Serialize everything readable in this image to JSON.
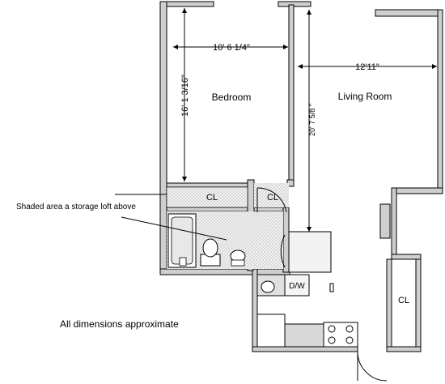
{
  "rooms": {
    "bedroom": "Bedroom",
    "living_room": "Living Room",
    "closet_1": "CL",
    "closet_2": "CL",
    "closet_3": "CL",
    "dishwasher": "D/W"
  },
  "dimensions": {
    "bedroom_width": "10' 6 1/4\"",
    "bedroom_length": "16' 1 3/16\"",
    "living_width": "12'11\"",
    "living_length": "20' 7 5/8 \""
  },
  "notes": {
    "loft": "Shaded area a storage loft above",
    "approx": "All dimensions approximate"
  },
  "colors": {
    "wall_fill": "#cfcfcf",
    "shade": "#e6e6e6",
    "line": "#000000"
  }
}
